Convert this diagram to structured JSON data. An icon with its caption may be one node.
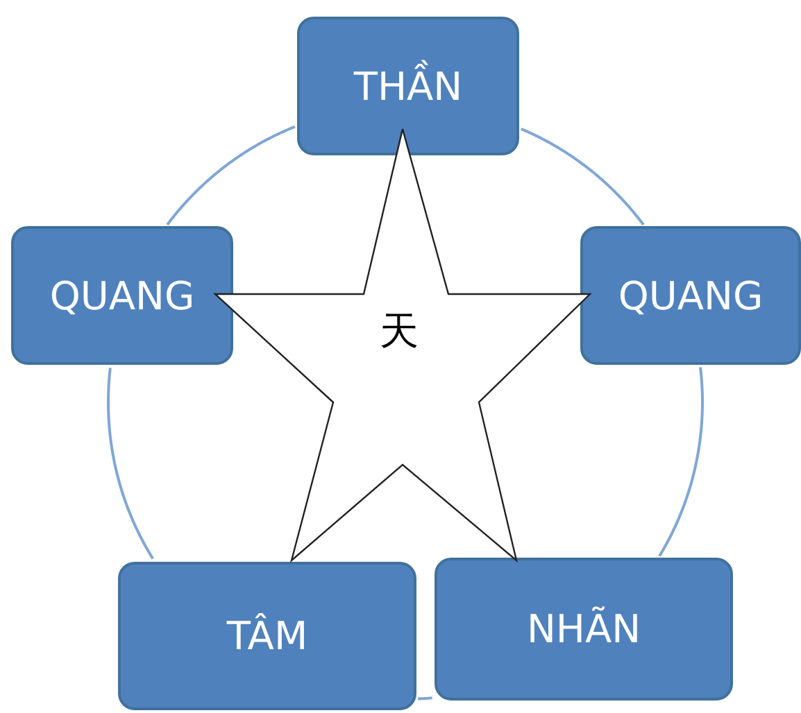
{
  "diagram": {
    "nodes": [
      {
        "text": [
          "THẦN"
        ]
      },
      {
        "text": [
          "QUANG"
        ]
      },
      {
        "text": [
          "天"
        ]
      },
      {
        "text": [
          "QUANG"
        ]
      },
      {
        "text": [
          "TÂM"
        ]
      },
      {
        "text": [
          "NHÃN"
        ]
      }
    ],
    "edges": [
      {
        "from": 0,
        "to": 3,
        "arrow": "none"
      },
      {
        "from": 3,
        "to": 5,
        "arrow": "none"
      },
      {
        "from": 5,
        "to": 4,
        "arrow": "none"
      },
      {
        "from": 4,
        "to": 1,
        "arrow": "none"
      },
      {
        "from": 1,
        "to": 0,
        "arrow": "none"
      }
    ]
  }
}
